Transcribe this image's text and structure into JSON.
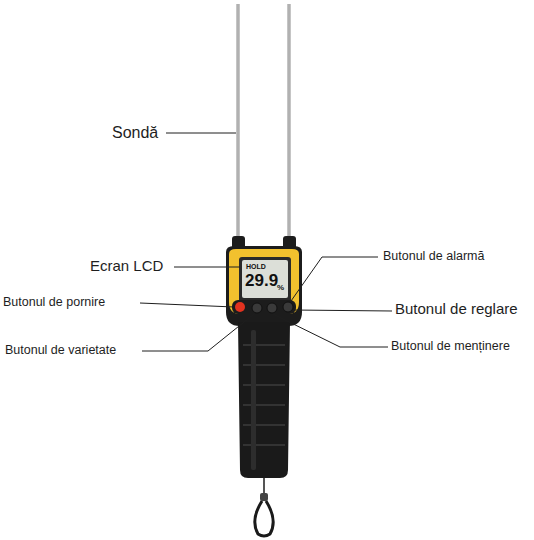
{
  "diagram": {
    "labels": [
      "Sondă",
      "Butonul de alarmă",
      "Ecran LCD",
      "HOLD",
      "29.9",
      "%",
      "Butonul de pornire",
      "Butonul de reglare",
      "Butonul de varietate",
      "Butonul de menținere"
    ]
  }
}
